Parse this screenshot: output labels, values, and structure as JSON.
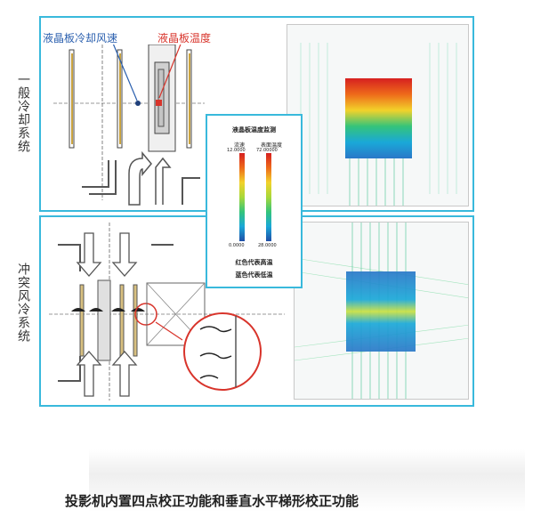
{
  "side_labels": {
    "top": "一般冷却系统",
    "bottom": "冲突风冷系统"
  },
  "callouts": {
    "airflow_speed": "液晶板冷却风速",
    "panel_temp": "液晶板温度"
  },
  "legend": {
    "title": "液晶板温度监测",
    "col_flow": "流速",
    "col_temp": "表面温度",
    "flow_max": "12.0000",
    "flow_min": "0.0000",
    "temp_max": "72.00000",
    "temp_min": "28.0000",
    "note_red": "红色代表高温",
    "note_blue": "蓝色代表低温"
  },
  "caption": "投影机内置四点校正功能和垂直水平梯形校正功能",
  "colors": {
    "frame": "#39b9dc",
    "hot": "#d62020",
    "cool": "#1f4ea6",
    "flow": "#5fd0a0"
  }
}
